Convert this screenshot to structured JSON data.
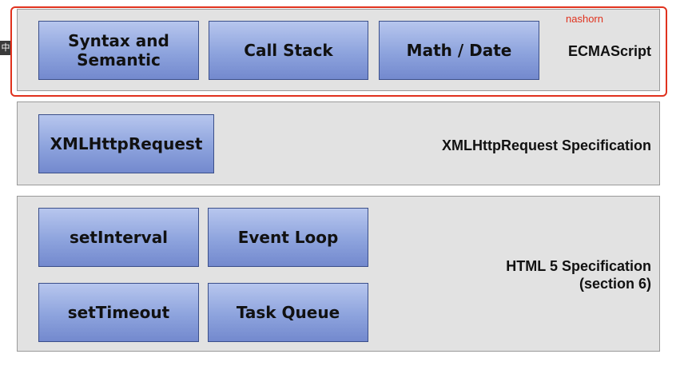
{
  "ime_indicator": "中",
  "annotation": {
    "label": "nashorn",
    "color": "#e0321e"
  },
  "layers": {
    "ecmascript": {
      "label": "ECMAScript",
      "boxes": [
        "Syntax and\nSemantic",
        "Call Stack",
        "Math / Date"
      ]
    },
    "xhr": {
      "label": "XMLHttpRequest Specification",
      "boxes": [
        "XMLHttpRequest"
      ]
    },
    "html5": {
      "label": "HTML 5 Specification\n(section 6)",
      "boxes": [
        "setInterval",
        "Event Loop",
        "setTimeout",
        "Task Queue"
      ]
    }
  },
  "colors": {
    "box_fill_top": "#b7c6ee",
    "box_fill_bottom": "#7389ce",
    "box_border": "#3b4f8a",
    "layer_fill": "#e2e2e2",
    "layer_border": "#9a9a9a"
  }
}
